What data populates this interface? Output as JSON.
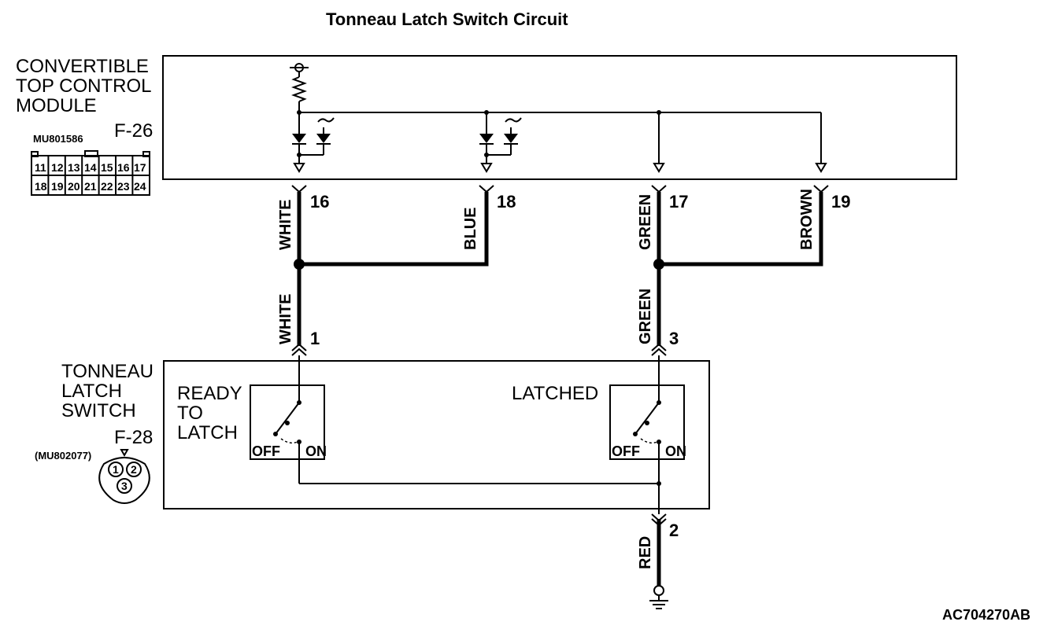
{
  "title": "Tonneau Latch Switch Circuit",
  "module": {
    "name_line1": "CONVERTIBLE",
    "name_line2": "TOP CONTROL",
    "name_line3": "MODULE",
    "connector": "F-26",
    "part_number": "MU801586",
    "pins_top": [
      "11",
      "12",
      "13",
      "14",
      "15",
      "16",
      "17"
    ],
    "pins_bottom": [
      "18",
      "19",
      "20",
      "21",
      "22",
      "23",
      "24"
    ]
  },
  "switch": {
    "name_line1": "TONNEAU",
    "name_line2": "LATCH",
    "name_line3": "SWITCH",
    "connector": "F-28",
    "part_number": "(MU802077)",
    "pins": [
      "1",
      "2",
      "3"
    ],
    "left_label_line1": "READY",
    "left_label_line2": "TO",
    "left_label_line3": "LATCH",
    "right_label": "LATCHED",
    "off": "OFF",
    "on": "ON"
  },
  "wires": {
    "white_top": "WHITE",
    "blue": "BLUE",
    "green_top": "GREEN",
    "brown": "BROWN",
    "white_bottom": "WHITE",
    "green_bottom": "GREEN",
    "red": "RED"
  },
  "pins": {
    "p16": "16",
    "p18": "18",
    "p17": "17",
    "p19": "19",
    "p1": "1",
    "p3": "3",
    "p2": "2"
  },
  "figure_code": "AC704270AB"
}
